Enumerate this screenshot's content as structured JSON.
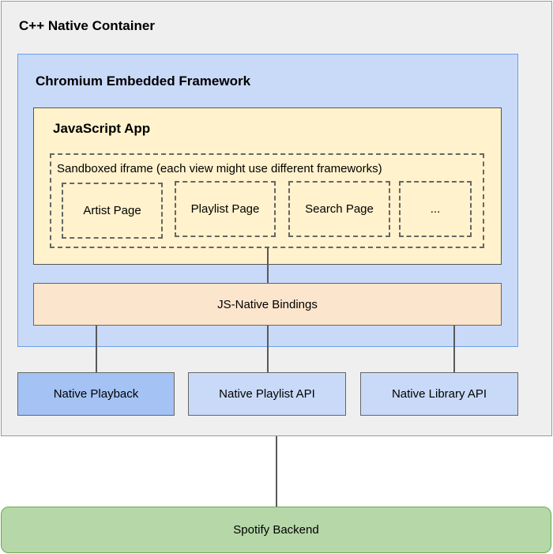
{
  "container": {
    "title": "C++ Native Container"
  },
  "cef": {
    "title": "Chromium Embedded Framework"
  },
  "js_app": {
    "title": "JavaScript App"
  },
  "sandbox": {
    "label": "Sandboxed iframe (each view might use different frameworks)",
    "pages": [
      "Artist Page",
      "Playlist Page",
      "Search Page",
      "..."
    ]
  },
  "bindings": {
    "label": "JS-Native Bindings"
  },
  "apis": [
    "Native Playback",
    "Native Playlist API",
    "Native Library API"
  ],
  "backend": {
    "label": "Spotify Backend"
  }
}
